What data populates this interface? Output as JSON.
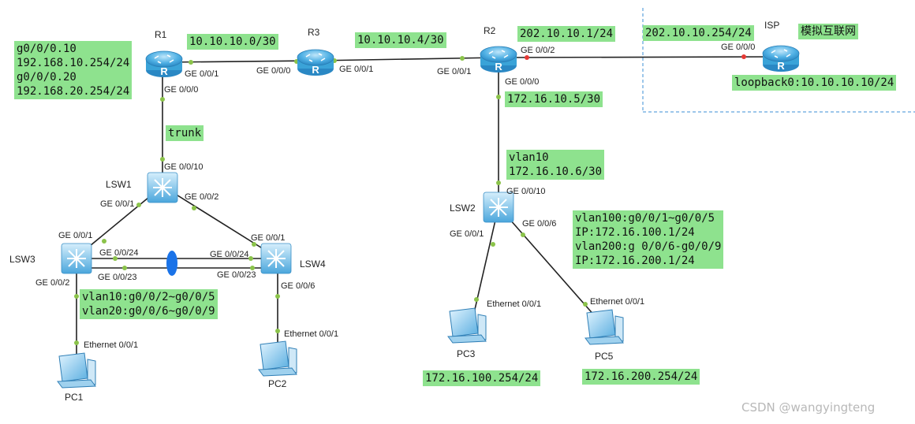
{
  "colors": {
    "note_bg": "#8ee28e",
    "link": "#222222",
    "port_dot": "#8bc34a",
    "router_body": "#3aa3d8",
    "switch_body": "#5cb6e6",
    "isp_border": "#3b8fd6",
    "eth_trunk": "#1a73e8",
    "red_port": "#e53935"
  },
  "devices": {
    "r1": "R1",
    "r2": "R2",
    "r3": "R3",
    "isp": "ISP",
    "lsw1": "LSW1",
    "lsw2": "LSW2",
    "lsw3": "LSW3",
    "lsw4": "LSW4",
    "pc1": "PC1",
    "pc2": "PC2",
    "pc3": "PC3",
    "pc5": "PC5"
  },
  "ports": {
    "r1_g001": "GE 0/0/1",
    "r1_g000": "GE 0/0/0",
    "r3_g000": "GE 0/0/0",
    "r3_g001": "GE 0/0/1",
    "r2_g001": "GE 0/0/1",
    "r2_g002": "GE 0/0/2",
    "r2_g000": "GE 0/0/0",
    "isp_g000": "GE 0/0/0",
    "lsw1_g0010": "GE 0/0/10",
    "lsw1_g001": "GE 0/0/1",
    "lsw1_g002": "GE 0/0/2",
    "lsw3_g001": "GE 0/0/1",
    "lsw3_g0024": "GE 0/0/24",
    "lsw3_g0023": "GE 0/0/23",
    "lsw3_g002": "GE 0/0/2",
    "lsw4_g001": "GE 0/0/1",
    "lsw4_g0024": "GE 0/0/24",
    "lsw4_g0023": "GE 0/0/23",
    "lsw4_g006": "GE 0/0/6",
    "lsw2_g0010": "GE 0/0/10",
    "lsw2_g001": "GE 0/0/1",
    "lsw2_g006": "GE 0/0/6",
    "pc1_eth": "Ethernet 0/0/1",
    "pc2_eth": "Ethernet 0/0/1",
    "pc3_eth": "Ethernet 0/0/1",
    "pc5_eth": "Ethernet 0/0/1"
  },
  "notes": {
    "r1_subifs": "g0/0/0.10\n192.168.10.254/24\ng0/0/0.20\n192.168.20.254/24",
    "net_r1_r3": "10.10.10.0/30",
    "net_r3_r2": "10.10.10.4/30",
    "r2_public": "202.10.10.1/24",
    "isp_public": "202.10.10.254/24",
    "isp_loopback": "loopback0:10.10.10.10/24",
    "r2_inside": "172.16.10.5/30",
    "trunk": "trunk",
    "lsw2_vlan10": "vlan10\n172.16.10.6/30",
    "lsw2_vlans": "vlan100:g0/0/1~g0/0/5\nIP:172.16.100.1/24\nvlan200:g 0/0/6-g0/0/9\nIP:172.16.200.1/24",
    "lsw3_vlans": "vlan10:g0/0/2~g0/0/5\nvlan20:g0/0/6~g0/0/9",
    "pc3_ip": "172.16.100.254/24",
    "pc5_ip": "172.16.200.254/24"
  },
  "internet_label": "模拟互联网",
  "watermark": "CSDN @wangyingteng"
}
